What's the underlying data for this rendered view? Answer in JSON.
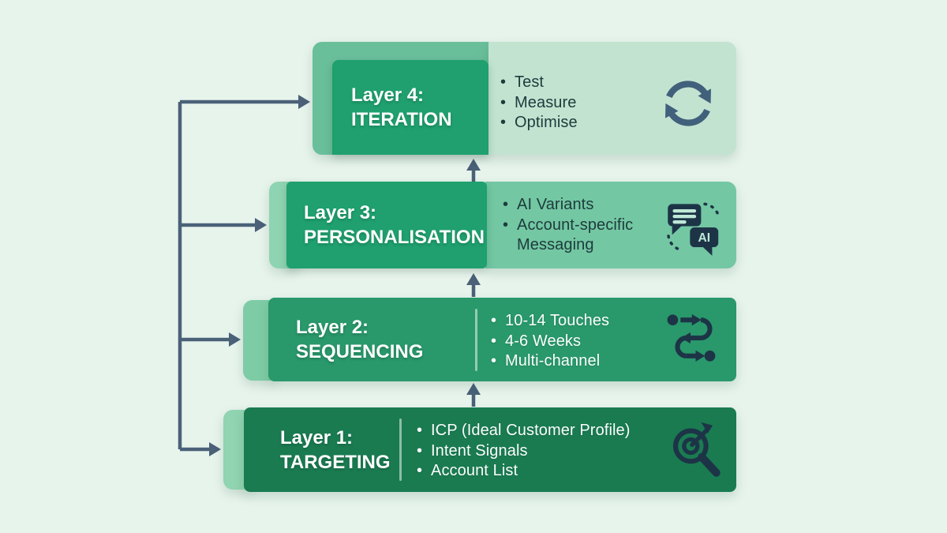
{
  "canvas": {
    "background": "#E7F4EC",
    "connector_color": "#4A6178"
  },
  "colors": {
    "emerald_label": "#1FA06E",
    "layer2_body": "#29986B",
    "layer1_body": "#1A7B51",
    "backing_medium": "#6ABF9B",
    "backing_light": "#C3E3D1",
    "strip_light": "#8FD4B2",
    "right_medium": "#73C7A3",
    "icon_navy": "#1D3447",
    "icon_slate": "#41607B",
    "dark_bullet_text": "#1D3B3C"
  },
  "layers": [
    {
      "title_prefix": "Layer 4:",
      "title_name": "ITERATION",
      "bullets": [
        "Test",
        "Measure",
        "Optimise"
      ],
      "icon": "cycle-refresh-icon"
    },
    {
      "title_prefix": "Layer 3:",
      "title_name": "PERSONALISATION",
      "bullets": [
        "AI Variants",
        "Account-specific Messaging"
      ],
      "icon": "ai-chat-icon"
    },
    {
      "title_prefix": "Layer 2:",
      "title_name": "SEQUENCING",
      "bullets": [
        "10-14 Touches",
        "4-6 Weeks",
        "Multi-channel"
      ],
      "icon": "route-path-icon"
    },
    {
      "title_prefix": "Layer 1:",
      "title_name": "TARGETING",
      "bullets": [
        "ICP (Ideal Customer Profile)",
        "Intent Signals",
        "Account List"
      ],
      "icon": "target-search-icon"
    }
  ],
  "icons": {
    "ai_label": "AI"
  }
}
